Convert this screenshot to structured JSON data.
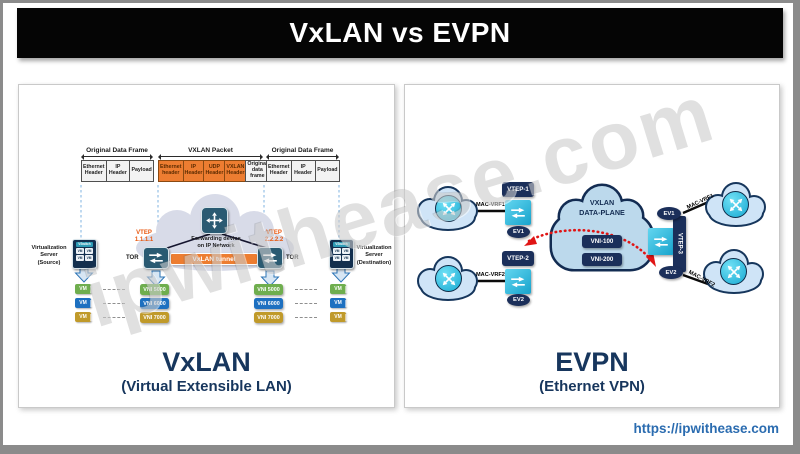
{
  "header": {
    "title": "VxLAN vs EVPN"
  },
  "watermark": "ipwithease.com",
  "footer": {
    "url": "https://ipwithease.com"
  },
  "colors": {
    "accent_orange": "#ed7d31",
    "vtep_orange": "#e8560d",
    "navy": "#17365d",
    "cyan_device": "#2cb8dd",
    "vni_green": "#6fae4e",
    "vni_blue": "#1d70c0",
    "vni_gold": "#c09a2a",
    "red_route_arrow": "#e01515"
  },
  "vxlan": {
    "title": "VxLAN",
    "subtitle": "(Virtual Extensible LAN)",
    "groups": [
      {
        "label": "Original Data Frame",
        "boxes": [
          "Ethernet Header",
          "IP Header",
          "Payload"
        ]
      },
      {
        "label": "VXLAN Packet",
        "boxes": [
          "Ethernet header",
          "IP Header",
          "UDP Header",
          "VXLAN Header",
          "Original data frame"
        ]
      },
      {
        "label": "Original Data Frame",
        "boxes": [
          "Ethernet Header",
          "IP Header",
          "Payload"
        ]
      }
    ],
    "forwarding_device": "Forwarding device\non IP Network",
    "tunnel": "VxLAN tunnel",
    "vtep_left": "VTEP\n1.1.1.1",
    "vtep_right": "VTEP\n2.2.2.2",
    "tor": "TOR",
    "server_source": "Virtualization\nServer\n(Source)",
    "server_destination": "Virtualization\nServer\n(Destination)",
    "vswitch": "VSwitch",
    "vm": "VM",
    "vni": [
      "VNI 5000",
      "VNI 6000",
      "VNI 7000"
    ]
  },
  "evpn": {
    "title": "EVPN",
    "subtitle": "(Ethernet VPN)",
    "cloud_label": "VXLAN\nDATA-PLANE",
    "vni": [
      "VNI-100",
      "VNI-200"
    ],
    "vtep1": "VTEP-1",
    "vtep2": "VTEP-2",
    "vtep3": "VTEP-3",
    "ev1": "EV1",
    "ev2": "EV2",
    "mac_vrf1": "MAC-VRF1",
    "mac_vrf2": "MAC-VRF2"
  }
}
